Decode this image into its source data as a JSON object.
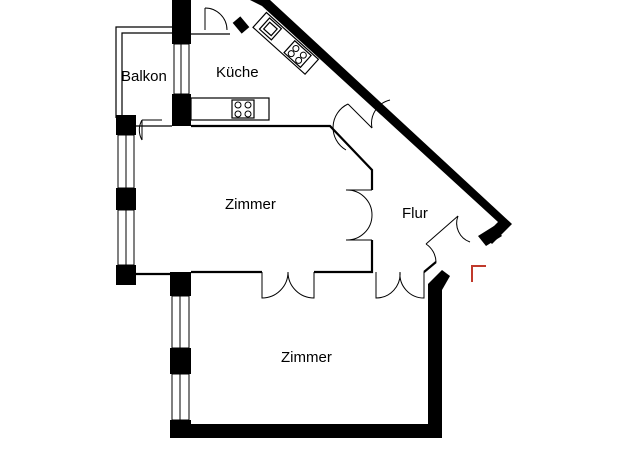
{
  "rooms": {
    "balkon": "Balkon",
    "kueche": "Küche",
    "zimmer_1": "Zimmer",
    "flur": "Flur",
    "zimmer_2": "Zimmer"
  },
  "colors": {
    "walls": "#000000",
    "background": "#ffffff",
    "entrance_marker": "#c0392b"
  }
}
